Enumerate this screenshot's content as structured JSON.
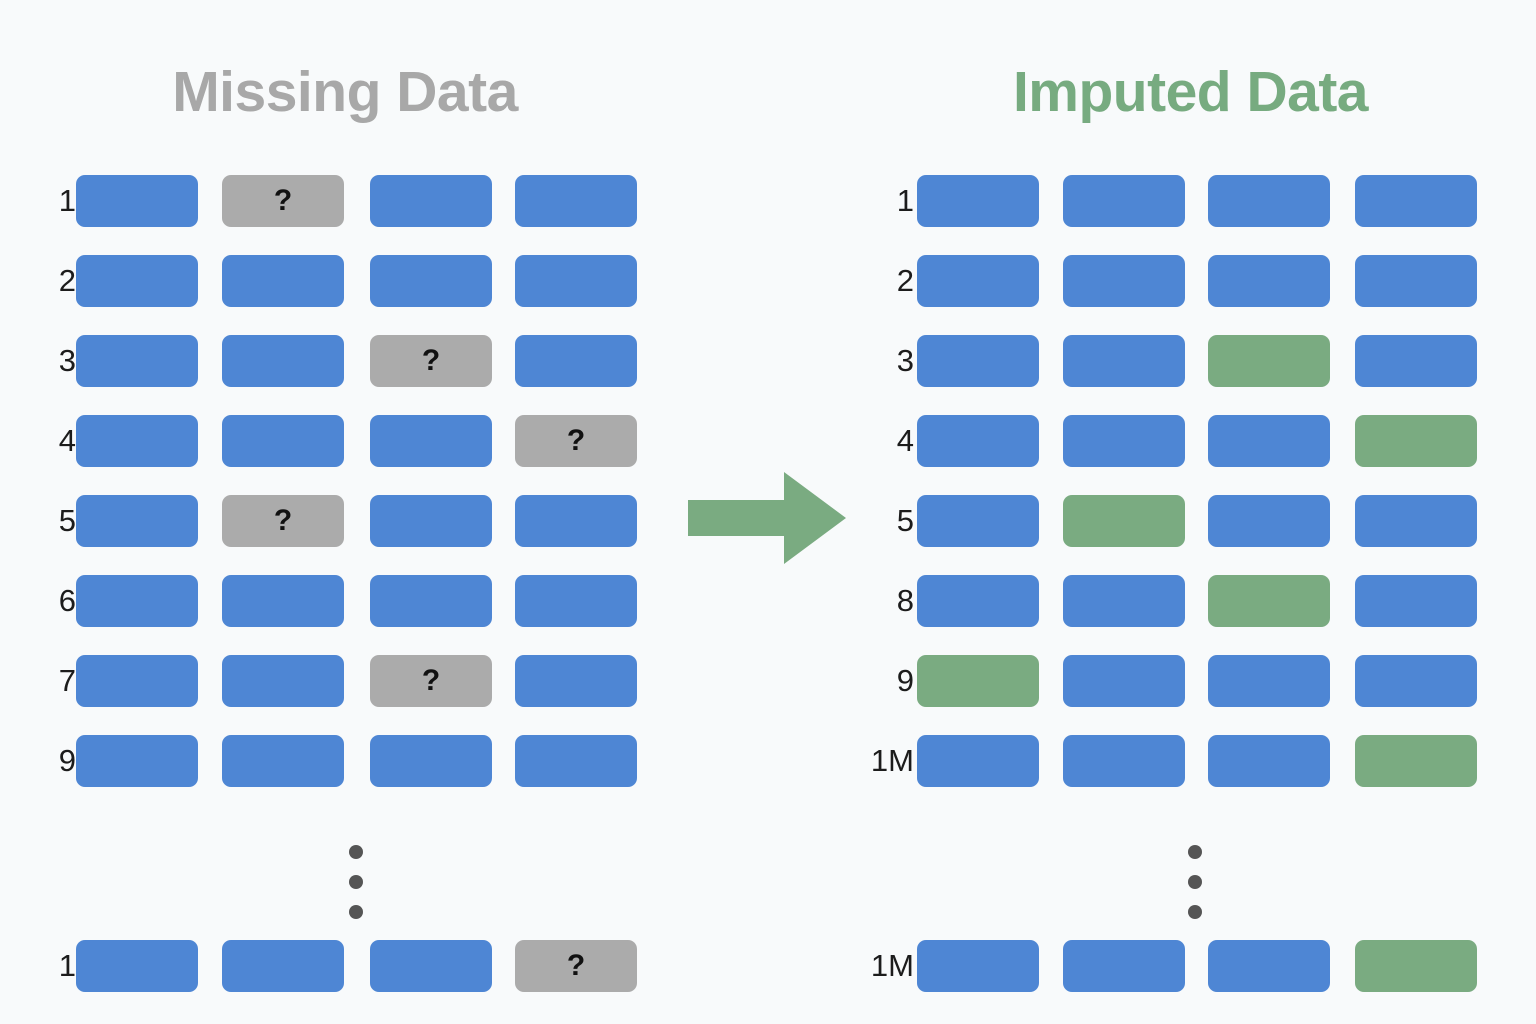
{
  "diagram": {
    "type": "process-flow",
    "background_color": "#f8fafb",
    "colors": {
      "observed_cell": "#4e86d4",
      "imputed_cell": "#7aab81",
      "missing_cell": "#ababab",
      "missing_title": "#a8a8a8",
      "imputed_title": "#77ab80",
      "arrow": "#7aab81",
      "row_label": "#1c1c1c",
      "ellipsis_dot": "#555555"
    },
    "columns": 4,
    "missing_marker": "?",
    "arrow": {
      "name": "right-arrow",
      "direction": "right"
    }
  },
  "left_panel": {
    "title": "Missing Data",
    "rows": [
      {
        "label": "1",
        "cells": [
          "blue",
          "missing",
          "blue",
          "blue"
        ]
      },
      {
        "label": "2",
        "cells": [
          "blue",
          "blue",
          "blue",
          "blue"
        ]
      },
      {
        "label": "3",
        "cells": [
          "blue",
          "blue",
          "missing",
          "blue"
        ]
      },
      {
        "label": "4",
        "cells": [
          "blue",
          "blue",
          "blue",
          "missing"
        ]
      },
      {
        "label": "5",
        "cells": [
          "blue",
          "missing",
          "blue",
          "blue"
        ]
      },
      {
        "label": "6",
        "cells": [
          "blue",
          "blue",
          "blue",
          "blue"
        ]
      },
      {
        "label": "7",
        "cells": [
          "blue",
          "blue",
          "missing",
          "blue"
        ]
      },
      {
        "label": "9",
        "cells": [
          "blue",
          "blue",
          "blue",
          "blue"
        ]
      }
    ],
    "last_row": {
      "label": "1",
      "cells": [
        "blue",
        "blue",
        "blue",
        "missing"
      ]
    },
    "ellipsis_dots": 3
  },
  "right_panel": {
    "title": "Imputed Data",
    "rows": [
      {
        "label": "1",
        "cells": [
          "blue",
          "blue",
          "blue",
          "blue"
        ]
      },
      {
        "label": "2",
        "cells": [
          "blue",
          "blue",
          "blue",
          "blue"
        ]
      },
      {
        "label": "3",
        "cells": [
          "blue",
          "blue",
          "green",
          "blue"
        ]
      },
      {
        "label": "4",
        "cells": [
          "blue",
          "blue",
          "blue",
          "green"
        ]
      },
      {
        "label": "5",
        "cells": [
          "blue",
          "green",
          "blue",
          "blue"
        ]
      },
      {
        "label": "8",
        "cells": [
          "blue",
          "blue",
          "green",
          "blue"
        ]
      },
      {
        "label": "9",
        "cells": [
          "green",
          "blue",
          "blue",
          "blue"
        ]
      },
      {
        "label": "1M",
        "cells": [
          "blue",
          "blue",
          "blue",
          "green"
        ]
      }
    ],
    "last_row": {
      "label": "1M",
      "cells": [
        "blue",
        "blue",
        "blue",
        "green"
      ]
    },
    "ellipsis_dots": 3
  }
}
